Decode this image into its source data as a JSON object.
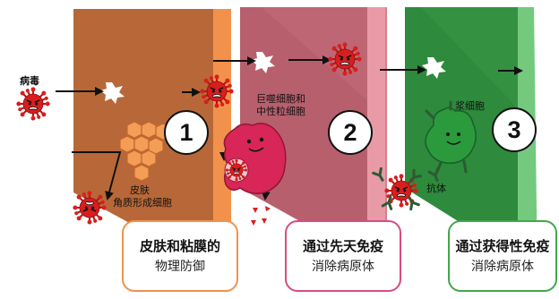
{
  "labels": {
    "virus": "病毒",
    "skin": "皮肤",
    "keratinocytes": "角质形成细胞",
    "macrophage_neutrophil_line1": "巨噬细胞和",
    "macrophage_neutrophil_line2": "中性粒细胞",
    "plasma_cell": "浆细胞",
    "antibody": "抗体"
  },
  "steps": [
    {
      "number": "1",
      "title": "皮肤和粘膜的",
      "subtitle": "物理防御",
      "color": "#f2914b"
    },
    {
      "number": "2",
      "title": "通过先天免疫",
      "subtitle": "消除病原体",
      "color": "#d64d83"
    },
    {
      "number": "3",
      "title": "通过获得性免疫",
      "subtitle": "消除病原体",
      "color": "#42a64c"
    }
  ],
  "colors": {
    "wall1_face": "#b86838",
    "wall1_edge": "#f2914b",
    "wall2_face": "#b85f6e",
    "wall2_edge": "#e99aa7",
    "wall3_face": "#2e8a3c",
    "wall3_edge": "#74c97e",
    "virus": "#d81e1e",
    "macrophage": "#d72657",
    "plasma": "#2b9a3c"
  }
}
